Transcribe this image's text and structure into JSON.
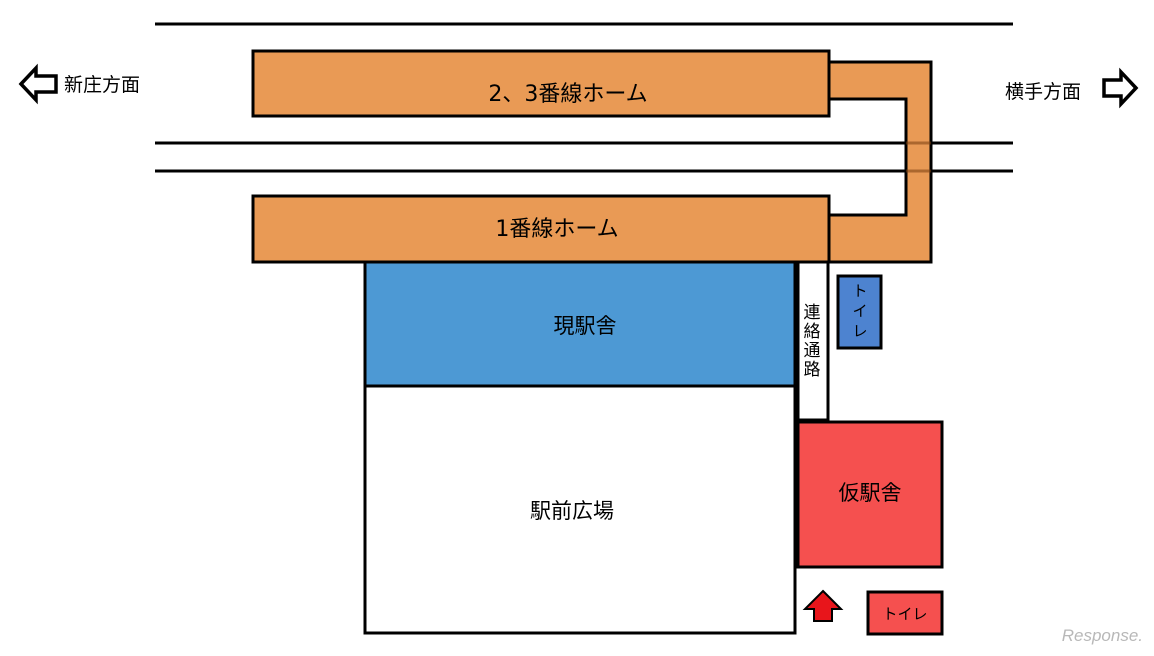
{
  "directions": {
    "left": "新庄方面",
    "right": "横手方面"
  },
  "platforms": {
    "upper": "2、3番線ホーム",
    "lower": "1番線ホーム"
  },
  "buildings": {
    "current_station": "現駅舎",
    "plaza": "駅前広場",
    "temporary_station": "仮駅舎",
    "passage": [
      "連",
      "絡",
      "通",
      "路"
    ],
    "toilet_upper": [
      "ト",
      "イ",
      "レ"
    ],
    "toilet_lower": "トイレ"
  },
  "watermark": "Response.",
  "colors": {
    "platform": "#e99a55",
    "current_station": "#4d99d4",
    "temporary_station": "#f5504f",
    "entrance_arrow": "#e8151b",
    "line": "#000000"
  }
}
